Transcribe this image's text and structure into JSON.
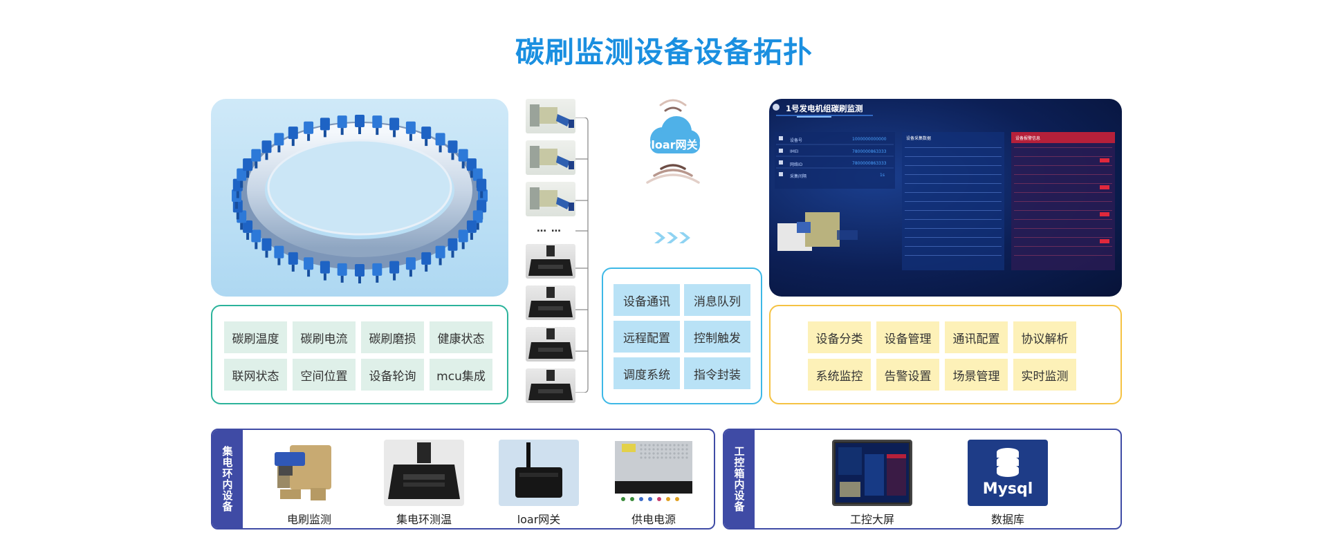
{
  "title": "碳刷监测设备设备拓扑",
  "left_tags": [
    "碳刷温度",
    "碳刷电流",
    "碳刷磨损",
    "健康状态",
    "联网状态",
    "空间位置",
    "设备轮询",
    "mcu集成"
  ],
  "middle_tags": [
    "设备通讯",
    "消息队列",
    "远程配置",
    "控制触发",
    "调度系统",
    "指令封装"
  ],
  "right_tags": [
    "设备分类",
    "设备管理",
    "通讯配置",
    "协议解析",
    "系统监控",
    "告警设置",
    "场景管理",
    "实时监测"
  ],
  "device_column": {
    "ellipsis": "… …"
  },
  "gateway": {
    "label": "loar网关"
  },
  "dashboard": {
    "title": "1号发电机组碳刷监测",
    "info_rows": [
      {
        "label": "设备号",
        "value": "1000000000000"
      },
      {
        "label": "IMEI",
        "value": "7800000863333"
      },
      {
        "label": "网络ID",
        "value": "7800000863333"
      },
      {
        "label": "采集间隔",
        "value": "1s"
      }
    ],
    "card1_title": "设备采集数据",
    "card2_title": "设备报警信息"
  },
  "bottom_left": {
    "side_label": "集电环内设备",
    "items": [
      {
        "label": "电刷监测",
        "icon": "brush-sensor-image"
      },
      {
        "label": "集电环测温",
        "icon": "temp-sensor-image"
      },
      {
        "label": "loar网关",
        "icon": "gateway-image"
      },
      {
        "label": "供电电源",
        "icon": "power-supply-image"
      }
    ]
  },
  "bottom_right": {
    "side_label": "工控箱内设备",
    "items": [
      {
        "label": "工控大屏",
        "icon": "screen-image"
      },
      {
        "label": "数据库",
        "icon": "database-image",
        "db_text": "Mysql"
      }
    ]
  },
  "colors": {
    "title": "#1a8fe0",
    "green_border": "#2bb39b",
    "blue_border": "#3db8e6",
    "yellow_border": "#f5c242",
    "navy": "#3f4ba5"
  }
}
